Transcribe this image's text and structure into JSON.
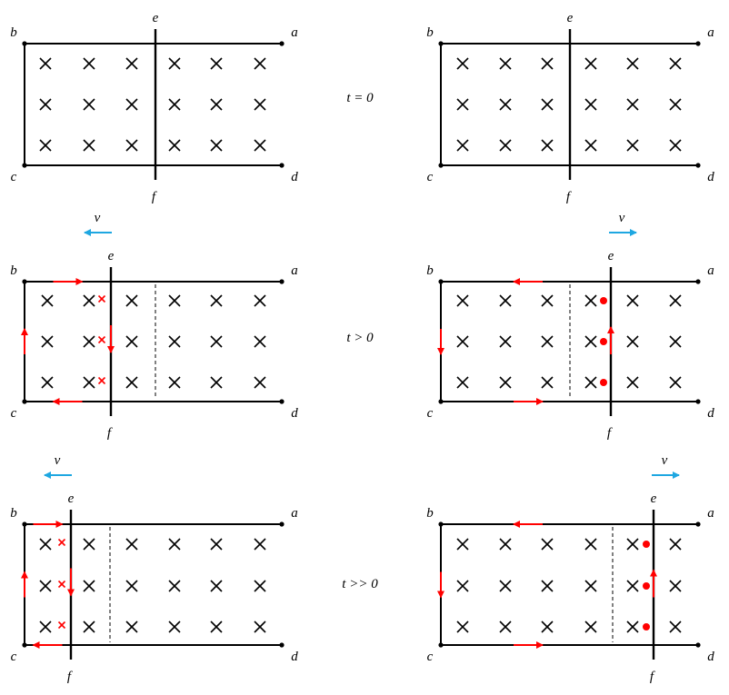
{
  "colors": {
    "line": "#000000",
    "current": "#ff0000",
    "velocity": "#1ea7e1"
  },
  "corner_labels": {
    "a": "a",
    "b": "b",
    "c": "c",
    "d": "d"
  },
  "rod_labels": {
    "top": "e",
    "bottom": "f"
  },
  "velocity_label": "v",
  "time_labels": [
    "t = 0",
    "t > 0",
    "t >> 0"
  ],
  "field_symbol": "×",
  "panels": [
    {
      "id": "left-t0",
      "side": "left",
      "stage": "t0",
      "motion": "none"
    },
    {
      "id": "right-t0",
      "side": "right",
      "stage": "t0",
      "motion": "none"
    },
    {
      "id": "left-t1",
      "side": "left",
      "stage": "t1",
      "motion": "left"
    },
    {
      "id": "right-t1",
      "side": "right",
      "stage": "t1",
      "motion": "right"
    },
    {
      "id": "left-t2",
      "side": "left",
      "stage": "t2",
      "motion": "left"
    },
    {
      "id": "right-t2",
      "side": "right",
      "stage": "t2",
      "motion": "right"
    }
  ]
}
